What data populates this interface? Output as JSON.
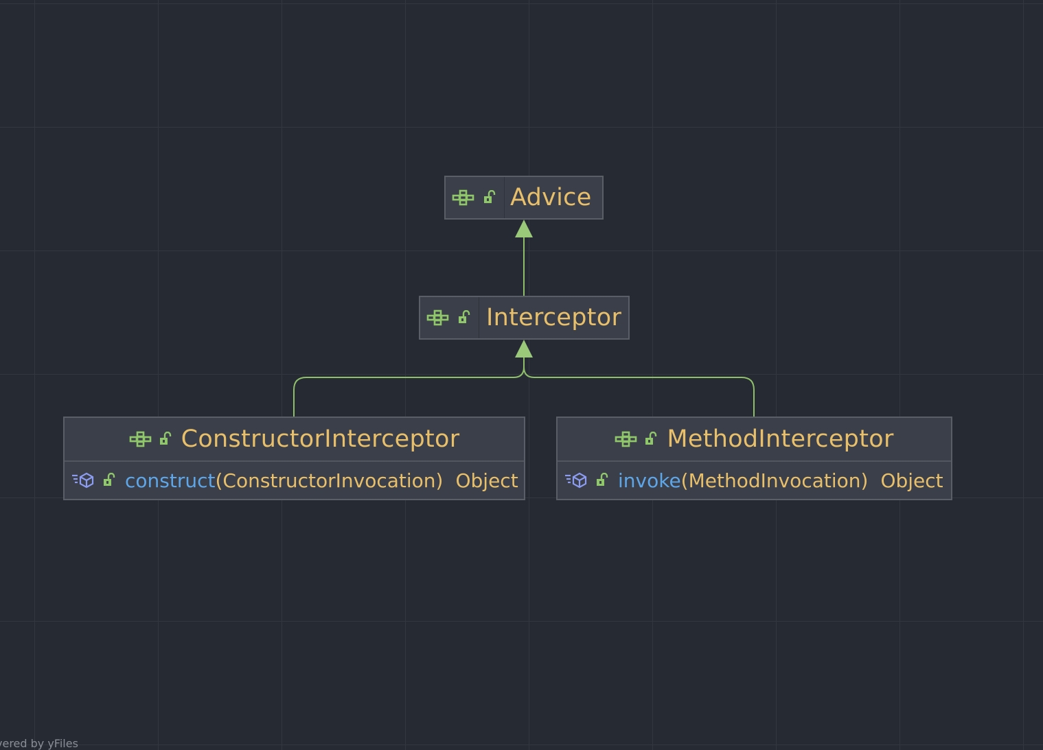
{
  "diagram": {
    "nodes": {
      "advice": {
        "title": "Advice",
        "icons": [
          "interface-icon",
          "public-lock-icon"
        ]
      },
      "interceptor": {
        "title": "Interceptor",
        "icons": [
          "interface-icon",
          "public-lock-icon"
        ]
      },
      "constructor_interceptor": {
        "title": "ConstructorInterceptor",
        "icons": [
          "interface-icon",
          "public-lock-icon"
        ],
        "members": [
          {
            "name": "construct",
            "params": "(ConstructorInvocation)",
            "type": "Object",
            "icons": [
              "abstract-method-icon",
              "public-lock-icon"
            ]
          }
        ]
      },
      "method_interceptor": {
        "title": "MethodInterceptor",
        "icons": [
          "interface-icon",
          "public-lock-icon"
        ],
        "members": [
          {
            "name": "invoke",
            "params": "(MethodInvocation)",
            "type": "Object",
            "icons": [
              "abstract-method-icon",
              "public-lock-icon"
            ]
          }
        ]
      }
    },
    "edges": [
      {
        "from": "Interceptor",
        "to": "Advice",
        "kind": "extends"
      },
      {
        "from": "ConstructorInterceptor",
        "to": "Interceptor",
        "kind": "extends"
      },
      {
        "from": "MethodInterceptor",
        "to": "Interceptor",
        "kind": "extends"
      }
    ],
    "colors": {
      "background": "#262a33",
      "edge": "#8fbf6b",
      "node_fill": "#3b3f49",
      "node_border": "#5a5e66",
      "class_name": "#e8bf6a",
      "method_name": "#5ea6e8",
      "icon_green": "#8fc76a",
      "icon_blue": "#8c9cf0"
    }
  },
  "footer": {
    "text": "vered by yFiles"
  }
}
